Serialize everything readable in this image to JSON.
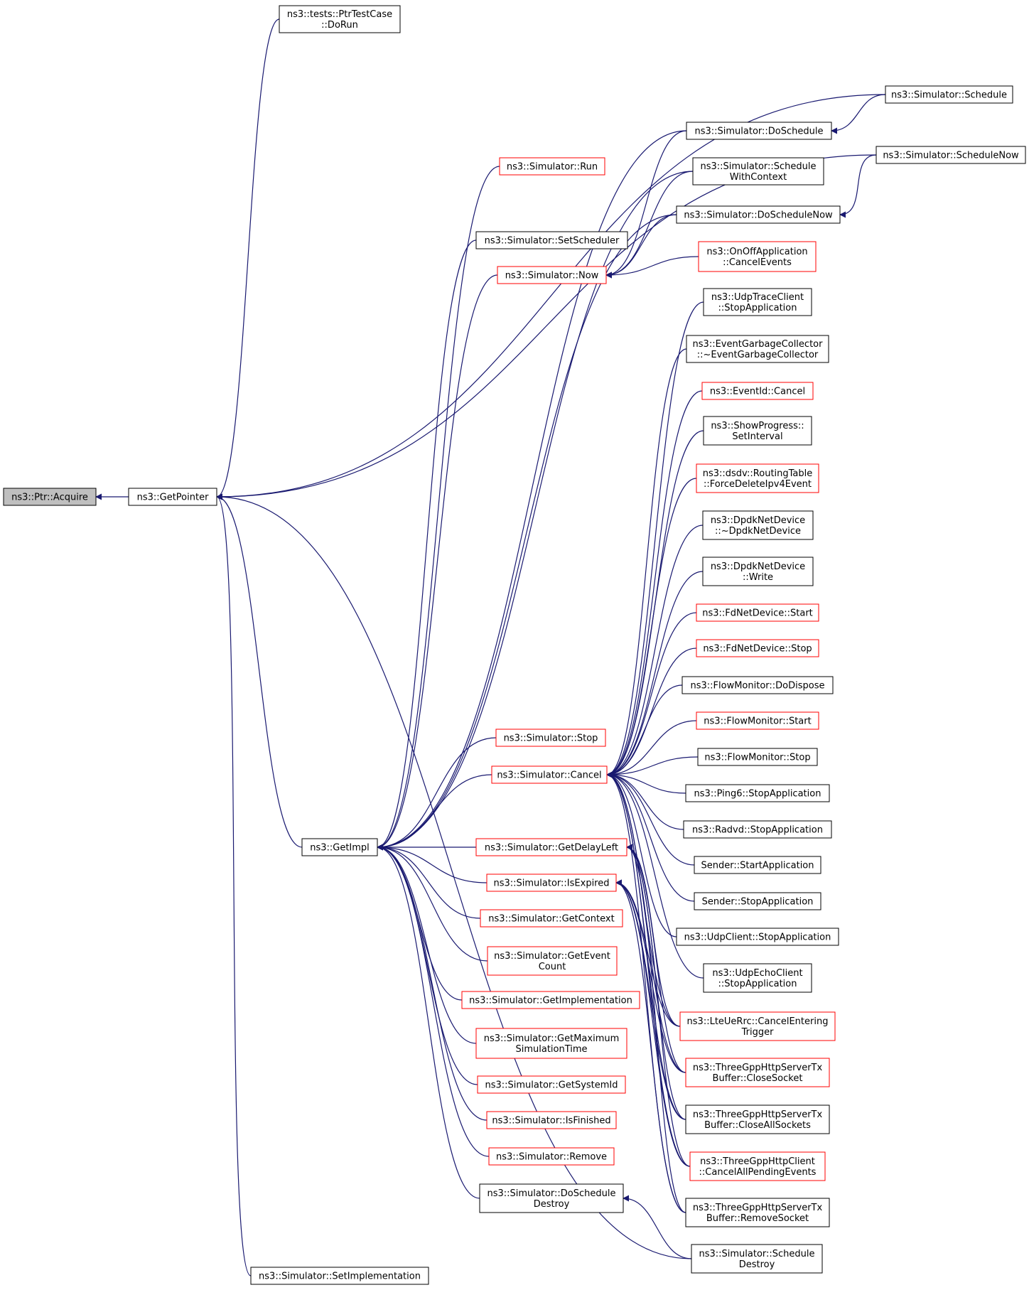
{
  "diagram": {
    "title": "",
    "colors": {
      "edge": "#191970",
      "node_border": "#000000",
      "node_border_incomplete": "#ff0000",
      "root_fill": "#bfbfbf"
    },
    "nodes": [
      {
        "id": "acquire",
        "lines": [
          "ns3::Ptr::Acquire"
        ],
        "style": "root"
      },
      {
        "id": "getpointer",
        "lines": [
          "ns3::GetPointer"
        ],
        "style": "normal"
      },
      {
        "id": "ptrtest",
        "lines": [
          "ns3::tests::PtrTestCase",
          "::DoRun"
        ],
        "style": "normal"
      },
      {
        "id": "getimpl",
        "lines": [
          "ns3::GetImpl"
        ],
        "style": "normal"
      },
      {
        "id": "setimpl",
        "lines": [
          "ns3::Simulator::SetImplementation"
        ],
        "style": "normal"
      },
      {
        "id": "schedule",
        "lines": [
          "ns3::Simulator::Schedule"
        ],
        "style": "normal"
      },
      {
        "id": "schedulenow",
        "lines": [
          "ns3::Simulator::ScheduleNow"
        ],
        "style": "normal"
      },
      {
        "id": "doschedule",
        "lines": [
          "ns3::Simulator::DoSchedule"
        ],
        "style": "normal"
      },
      {
        "id": "run",
        "lines": [
          "ns3::Simulator::Run"
        ],
        "style": "red"
      },
      {
        "id": "schedwithctx",
        "lines": [
          "ns3::Simulator::Schedule",
          "WithContext"
        ],
        "style": "normal"
      },
      {
        "id": "doschedulenow",
        "lines": [
          "ns3::Simulator::DoScheduleNow"
        ],
        "style": "normal"
      },
      {
        "id": "setscheduler",
        "lines": [
          "ns3::Simulator::SetScheduler"
        ],
        "style": "normal"
      },
      {
        "id": "now",
        "lines": [
          "ns3::Simulator::Now"
        ],
        "style": "red"
      },
      {
        "id": "onoff",
        "lines": [
          "ns3::OnOffApplication",
          "::CancelEvents"
        ],
        "style": "red"
      },
      {
        "id": "udptrace",
        "lines": [
          "ns3::UdpTraceClient",
          "::StopApplication"
        ],
        "style": "normal"
      },
      {
        "id": "egc",
        "lines": [
          "ns3::EventGarbageCollector",
          "::~EventGarbageCollector"
        ],
        "style": "normal"
      },
      {
        "id": "eventid",
        "lines": [
          "ns3::EventId::Cancel"
        ],
        "style": "red"
      },
      {
        "id": "showprogress",
        "lines": [
          "ns3::ShowProgress::",
          "SetInterval"
        ],
        "style": "normal"
      },
      {
        "id": "dsdv",
        "lines": [
          "ns3::dsdv::RoutingTable",
          "::ForceDeleteIpv4Event"
        ],
        "style": "red"
      },
      {
        "id": "dpdkdtor",
        "lines": [
          "ns3::DpdkNetDevice",
          "::~DpdkNetDevice"
        ],
        "style": "normal"
      },
      {
        "id": "dpdkwrite",
        "lines": [
          "ns3::DpdkNetDevice",
          "::Write"
        ],
        "style": "normal"
      },
      {
        "id": "fdstart",
        "lines": [
          "ns3::FdNetDevice::Start"
        ],
        "style": "red"
      },
      {
        "id": "fdstop",
        "lines": [
          "ns3::FdNetDevice::Stop"
        ],
        "style": "red"
      },
      {
        "id": "fmdispose",
        "lines": [
          "ns3::FlowMonitor::DoDispose"
        ],
        "style": "normal"
      },
      {
        "id": "fmstart",
        "lines": [
          "ns3::FlowMonitor::Start"
        ],
        "style": "red"
      },
      {
        "id": "fmstop",
        "lines": [
          "ns3::FlowMonitor::Stop"
        ],
        "style": "normal"
      },
      {
        "id": "stop",
        "lines": [
          "ns3::Simulator::Stop"
        ],
        "style": "red"
      },
      {
        "id": "cancel",
        "lines": [
          "ns3::Simulator::Cancel"
        ],
        "style": "red"
      },
      {
        "id": "ping6",
        "lines": [
          "ns3::Ping6::StopApplication"
        ],
        "style": "normal"
      },
      {
        "id": "radvd",
        "lines": [
          "ns3::Radvd::StopApplication"
        ],
        "style": "normal"
      },
      {
        "id": "senderstart",
        "lines": [
          "Sender::StartApplication"
        ],
        "style": "normal"
      },
      {
        "id": "senderstop",
        "lines": [
          "Sender::StopApplication"
        ],
        "style": "normal"
      },
      {
        "id": "udpclient",
        "lines": [
          "ns3::UdpClient::StopApplication"
        ],
        "style": "normal"
      },
      {
        "id": "udpecho",
        "lines": [
          "ns3::UdpEchoClient",
          "::StopApplication"
        ],
        "style": "normal"
      },
      {
        "id": "lte",
        "lines": [
          "ns3::LteUeRrc::CancelEntering",
          "Trigger"
        ],
        "style": "red"
      },
      {
        "id": "closesocket",
        "lines": [
          "ns3::ThreeGppHttpServerTx",
          "Buffer::CloseSocket"
        ],
        "style": "red"
      },
      {
        "id": "closeall",
        "lines": [
          "ns3::ThreeGppHttpServerTx",
          "Buffer::CloseAllSockets"
        ],
        "style": "normal"
      },
      {
        "id": "cancelpending",
        "lines": [
          "ns3::ThreeGppHttpClient",
          "::CancelAllPendingEvents"
        ],
        "style": "red"
      },
      {
        "id": "removesocket",
        "lines": [
          "ns3::ThreeGppHttpServerTx",
          "Buffer::RemoveSocket"
        ],
        "style": "normal"
      },
      {
        "id": "schedestroy",
        "lines": [
          "ns3::Simulator::Schedule",
          "Destroy"
        ],
        "style": "normal"
      },
      {
        "id": "getdelayleft",
        "lines": [
          "ns3::Simulator::GetDelayLeft"
        ],
        "style": "red"
      },
      {
        "id": "isexpired",
        "lines": [
          "ns3::Simulator::IsExpired"
        ],
        "style": "red"
      },
      {
        "id": "getcontext",
        "lines": [
          "ns3::Simulator::GetContext"
        ],
        "style": "red"
      },
      {
        "id": "geteventcount",
        "lines": [
          "ns3::Simulator::GetEvent",
          "Count"
        ],
        "style": "red"
      },
      {
        "id": "getimplementation",
        "lines": [
          "ns3::Simulator::GetImplementation"
        ],
        "style": "red"
      },
      {
        "id": "getmaxsim",
        "lines": [
          "ns3::Simulator::GetMaximum",
          "SimulationTime"
        ],
        "style": "red"
      },
      {
        "id": "getsystemid",
        "lines": [
          "ns3::Simulator::GetSystemId"
        ],
        "style": "red"
      },
      {
        "id": "isfinished",
        "lines": [
          "ns3::Simulator::IsFinished"
        ],
        "style": "red"
      },
      {
        "id": "remove",
        "lines": [
          "ns3::Simulator::Remove"
        ],
        "style": "red"
      },
      {
        "id": "doscheddestroy",
        "lines": [
          "ns3::Simulator::DoSchedule",
          "Destroy"
        ],
        "style": "normal"
      }
    ],
    "edges": [
      [
        "getpointer",
        "acquire"
      ],
      [
        "ptrtest",
        "getpointer"
      ],
      [
        "schedule",
        "getpointer"
      ],
      [
        "schedulenow",
        "getpointer"
      ],
      [
        "getimpl",
        "getpointer"
      ],
      [
        "schedestroy",
        "getpointer"
      ],
      [
        "setimpl",
        "getpointer"
      ],
      [
        "schedule",
        "doschedule"
      ],
      [
        "schedulenow",
        "doschedulenow"
      ],
      [
        "doschedule",
        "getimpl"
      ],
      [
        "run",
        "getimpl"
      ],
      [
        "schedwithctx",
        "getimpl"
      ],
      [
        "doschedulenow",
        "getimpl"
      ],
      [
        "setscheduler",
        "getimpl"
      ],
      [
        "now",
        "getimpl"
      ],
      [
        "stop",
        "getimpl"
      ],
      [
        "cancel",
        "getimpl"
      ],
      [
        "getdelayleft",
        "getimpl"
      ],
      [
        "isexpired",
        "getimpl"
      ],
      [
        "getcontext",
        "getimpl"
      ],
      [
        "geteventcount",
        "getimpl"
      ],
      [
        "getimplementation",
        "getimpl"
      ],
      [
        "getmaxsim",
        "getimpl"
      ],
      [
        "getsystemid",
        "getimpl"
      ],
      [
        "isfinished",
        "getimpl"
      ],
      [
        "remove",
        "getimpl"
      ],
      [
        "doscheddestroy",
        "getimpl"
      ],
      [
        "doschedule",
        "now"
      ],
      [
        "schedwithctx",
        "now"
      ],
      [
        "doschedulenow",
        "now"
      ],
      [
        "onoff",
        "now"
      ],
      [
        "schedestroy",
        "doscheddestroy"
      ],
      [
        "udptrace",
        "cancel"
      ],
      [
        "egc",
        "cancel"
      ],
      [
        "eventid",
        "cancel"
      ],
      [
        "showprogress",
        "cancel"
      ],
      [
        "dsdv",
        "cancel"
      ],
      [
        "dpdkdtor",
        "cancel"
      ],
      [
        "dpdkwrite",
        "cancel"
      ],
      [
        "fdstart",
        "cancel"
      ],
      [
        "fdstop",
        "cancel"
      ],
      [
        "fmdispose",
        "cancel"
      ],
      [
        "fmstart",
        "cancel"
      ],
      [
        "fmstop",
        "cancel"
      ],
      [
        "ping6",
        "cancel"
      ],
      [
        "radvd",
        "cancel"
      ],
      [
        "senderstart",
        "cancel"
      ],
      [
        "senderstop",
        "cancel"
      ],
      [
        "udpclient",
        "cancel"
      ],
      [
        "udpecho",
        "cancel"
      ],
      [
        "lte",
        "cancel"
      ],
      [
        "closesocket",
        "cancel"
      ],
      [
        "closeall",
        "cancel"
      ],
      [
        "cancelpending",
        "cancel"
      ],
      [
        "removesocket",
        "cancel"
      ],
      [
        "lte",
        "getdelayleft"
      ],
      [
        "closesocket",
        "getdelayleft"
      ],
      [
        "closeall",
        "getdelayleft"
      ],
      [
        "cancelpending",
        "getdelayleft"
      ],
      [
        "removesocket",
        "getdelayleft"
      ],
      [
        "lte",
        "isexpired"
      ],
      [
        "closesocket",
        "isexpired"
      ],
      [
        "closeall",
        "isexpired"
      ],
      [
        "cancelpending",
        "isexpired"
      ],
      [
        "removesocket",
        "isexpired"
      ]
    ]
  }
}
